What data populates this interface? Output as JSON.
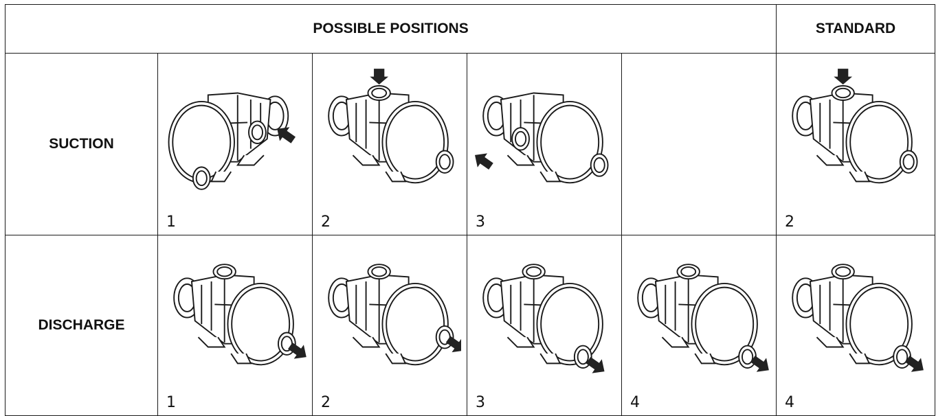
{
  "header": {
    "possible_positions": "POSSIBLE POSITIONS",
    "standard": "STANDARD"
  },
  "rows": {
    "suction": {
      "label": "SUCTION",
      "positions": [
        "1",
        "2",
        "3",
        "",
        "2"
      ]
    },
    "discharge": {
      "label": "DISCHARGE",
      "positions": [
        "1",
        "2",
        "3",
        "4",
        "4"
      ]
    }
  },
  "icons": {
    "pump": "pump-illustration-icon",
    "arrow": "flow-arrow-icon"
  },
  "colors": {
    "line": "#1a1a1a",
    "arrow": "#222222"
  }
}
